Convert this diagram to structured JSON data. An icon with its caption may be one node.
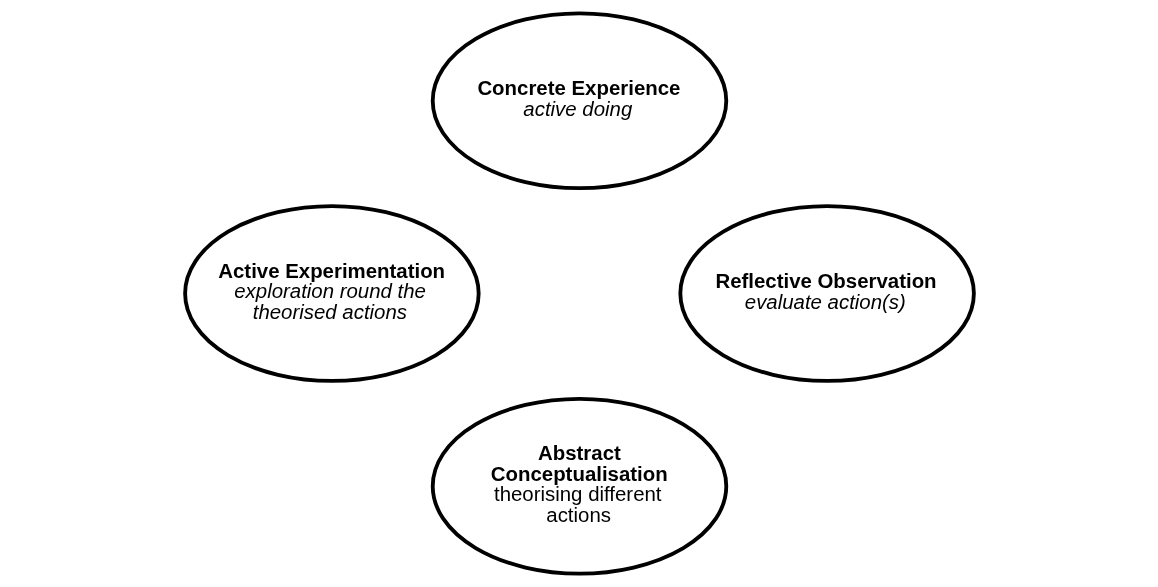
{
  "diagram": {
    "nodes": [
      {
        "text": [
          "Concrete Experience",
          "active doing"
        ]
      },
      {
        "text": [
          "Active Experimentation",
          "exploration round the theorised actions"
        ]
      },
      {
        "text": [
          "Reflective Observation",
          "evaluate action(s)"
        ]
      },
      {
        "text": [
          "Abstract Conceptualisation",
          "theorising different actions"
        ]
      }
    ],
    "edges": []
  }
}
